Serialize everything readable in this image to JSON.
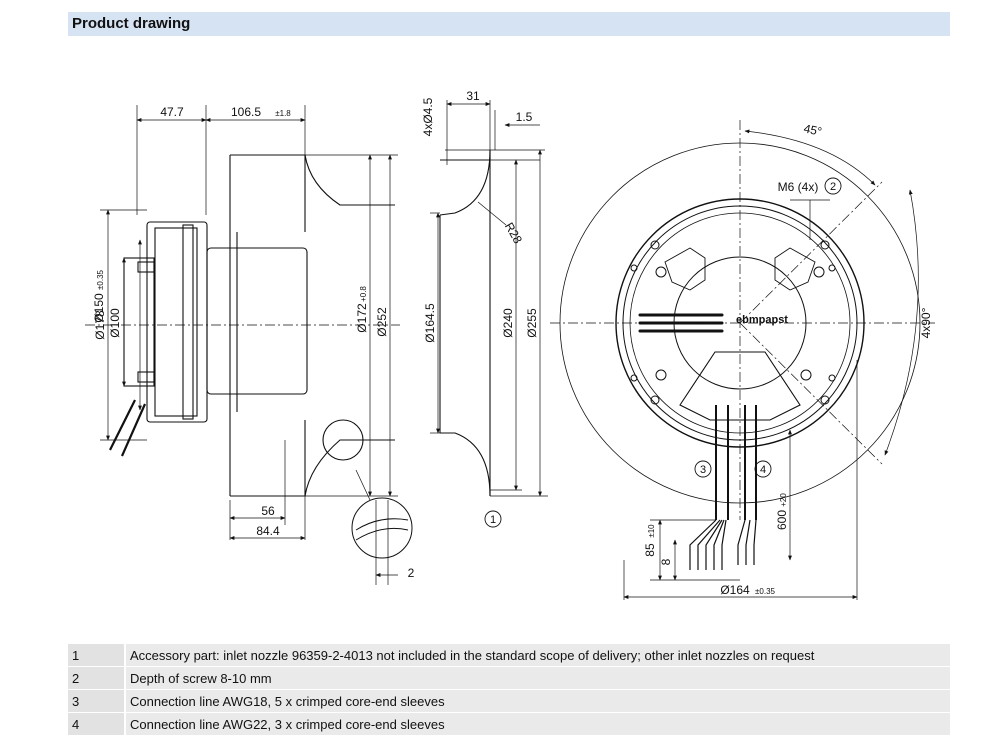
{
  "header": {
    "title": "Product drawing"
  },
  "dims": {
    "d47_7": "47.7",
    "d106_5": "106.5",
    "d106_5_tol": "±1.8",
    "d178": "Ø178",
    "d150": "Ø150",
    "d150_tol": "±0.35",
    "d100": "Ø100",
    "d172": "Ø172",
    "d172_tol": "+0.8",
    "d252": "Ø252",
    "d56": "56",
    "d84_4": "84.4",
    "d2": "2",
    "d4x4_5": "4xØ4.5",
    "d31": "31",
    "d1_5": "1.5",
    "dR28": "R28",
    "d164_5": "Ø164.5",
    "d240": "Ø240",
    "d255": "Ø255",
    "d45": "45°",
    "dM6": "M6 (4x)",
    "d4x90": "4x90°",
    "d85": "85",
    "d85_tol": "±10",
    "d8": "8",
    "d600": "600",
    "d600_tol": "+20",
    "d164": "Ø164",
    "d164_tol": "±0.35",
    "logo": "ebmpapst",
    "callout1": "1",
    "callout2": "2",
    "callout3": "3",
    "callout4": "4"
  },
  "notes": [
    {
      "num": "1",
      "text": "Accessory part: inlet nozzle 96359-2-4013 not included in the standard scope of delivery; other inlet nozzles on request"
    },
    {
      "num": "2",
      "text": "Depth of screw 8-10 mm"
    },
    {
      "num": "3",
      "text": "Connection line AWG18, 5 x crimped core-end sleeves"
    },
    {
      "num": "4",
      "text": "Connection line AWG22, 3 x crimped core-end sleeves"
    }
  ]
}
